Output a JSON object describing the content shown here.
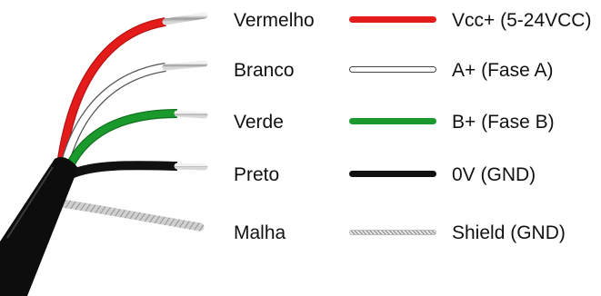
{
  "wires": [
    {
      "name": "Vermelho",
      "signal": "Vcc+ (5-24VCC)",
      "color": "#e31b1b",
      "outline": "#e31b1b",
      "style": "solid"
    },
    {
      "name": "Branco",
      "signal": "A+ (Fase A)",
      "color": "#ffffff",
      "outline": "#444444",
      "style": "solid"
    },
    {
      "name": "Verde",
      "signal": "B+ (Fase B)",
      "color": "#1a9a2c",
      "outline": "#1a9a2c",
      "style": "solid"
    },
    {
      "name": "Preto",
      "signal": "0V (GND)",
      "color": "#111111",
      "outline": "#111111",
      "style": "solid"
    },
    {
      "name": "Malha",
      "signal": "Shield (GND)",
      "color": "#b5b5b5",
      "outline": "#8a8a8a",
      "style": "braid"
    }
  ],
  "colors": {
    "jacket": "#0d0d0d",
    "conductor": "#c9c9c9"
  },
  "icons": {
    "cable": "cable-illustration"
  }
}
